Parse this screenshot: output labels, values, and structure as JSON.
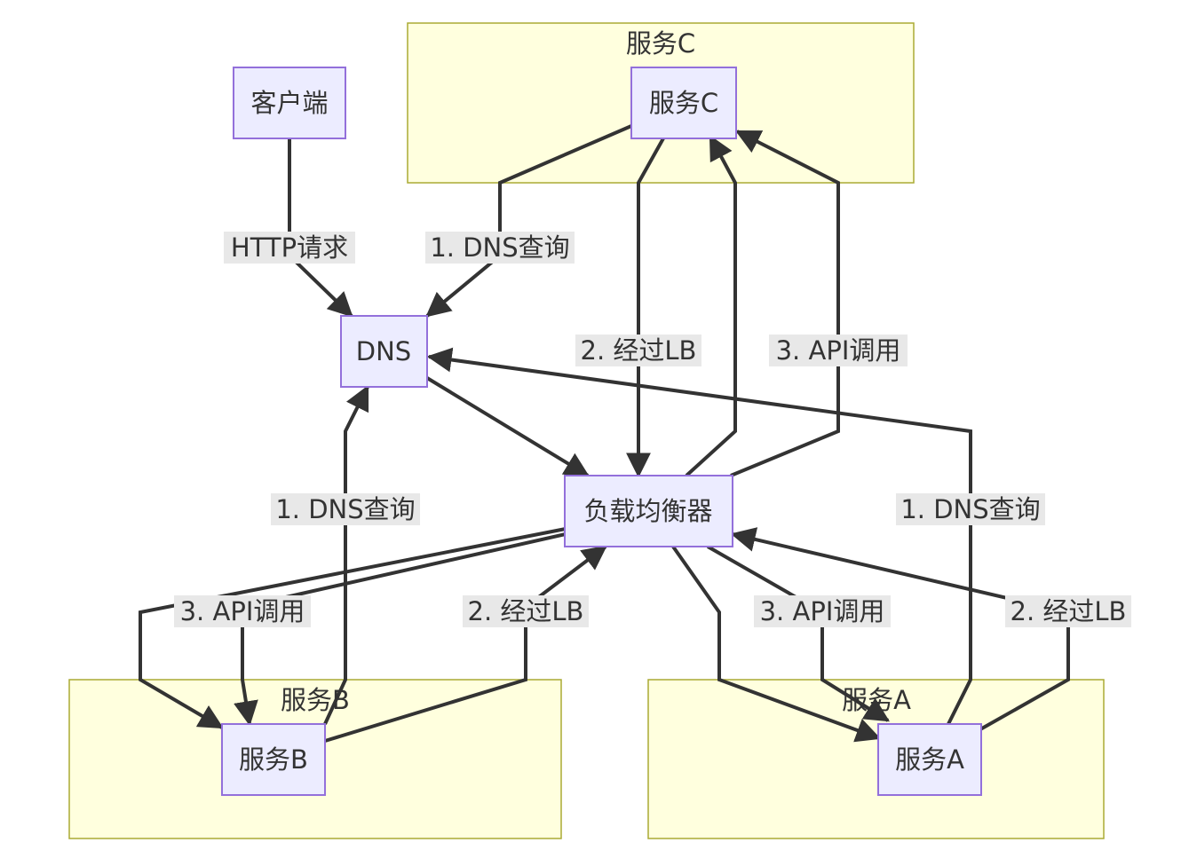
{
  "clusters": {
    "service_c": {
      "title": "服务C"
    },
    "service_b": {
      "title": "服务B"
    },
    "service_a": {
      "title": "服务A"
    }
  },
  "nodes": {
    "client": "客户端",
    "dns": "DNS",
    "load_balancer": "负载均衡器",
    "service_c": "服务C",
    "service_b": "服务B",
    "service_a": "服务A"
  },
  "edges": [
    {
      "from": "客户端",
      "to": "DNS",
      "label": "HTTP请求"
    },
    {
      "from": "服务C",
      "to": "DNS",
      "label": "1. DNS查询"
    },
    {
      "from": "服务C",
      "to": "负载均衡器",
      "label": "2. 经过LB"
    },
    {
      "from": "负载均衡器",
      "to": "服务C",
      "label": "3. API调用"
    },
    {
      "from": "负载均衡器",
      "to": "服务C",
      "label": ""
    },
    {
      "from": "DNS",
      "to": "负载均衡器",
      "label": ""
    },
    {
      "from": "服务B",
      "to": "DNS",
      "label": "1. DNS查询"
    },
    {
      "from": "服务A",
      "to": "DNS",
      "label": "1. DNS查询"
    },
    {
      "from": "负载均衡器",
      "to": "服务B",
      "label": "3. API调用"
    },
    {
      "from": "负载均衡器",
      "to": "服务B",
      "label": ""
    },
    {
      "from": "服务B",
      "to": "负载均衡器",
      "label": "2. 经过LB"
    },
    {
      "from": "负载均衡器",
      "to": "服务A",
      "label": "3. API调用"
    },
    {
      "from": "负载均衡器",
      "to": "服务A",
      "label": ""
    },
    {
      "from": "服务A",
      "to": "负载均衡器",
      "label": "2. 经过LB"
    }
  ]
}
